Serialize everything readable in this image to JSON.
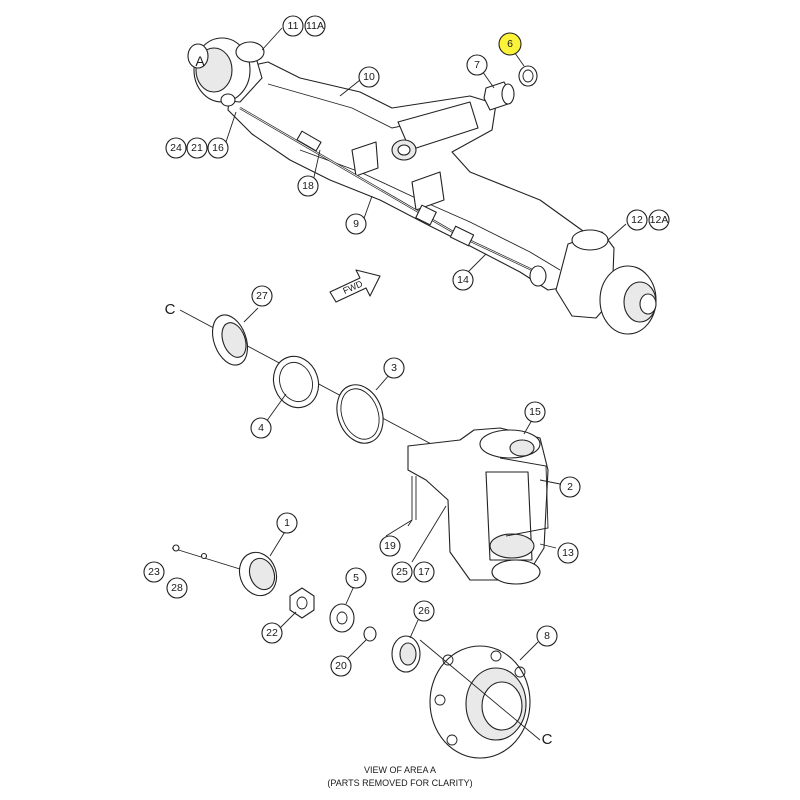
{
  "callouts": {
    "c1": "1",
    "c2": "2",
    "c3": "3",
    "c4": "4",
    "c5": "5",
    "c6": "6",
    "c7": "7",
    "c8": "8",
    "c9": "9",
    "c10": "10",
    "c11": "11",
    "c11a": "11A",
    "c12": "12",
    "c12a": "12A",
    "c13": "13",
    "c14": "14",
    "c15": "15",
    "c16": "16",
    "c17": "17",
    "c18": "18",
    "c19": "19",
    "c20": "20",
    "c21": "21",
    "c22": "22",
    "c23": "23",
    "c24": "24",
    "c25": "25",
    "c26": "26",
    "c27": "27",
    "c28": "28"
  },
  "highlight_color": "#fbf23a",
  "labels": {
    "area_marker": "A",
    "section_c_top": "C",
    "section_c_bottom": "C",
    "fwd": "FWD"
  },
  "caption": {
    "line1": "VIEW OF AREA A",
    "line2": "(PARTS REMOVED FOR CLARITY)"
  }
}
